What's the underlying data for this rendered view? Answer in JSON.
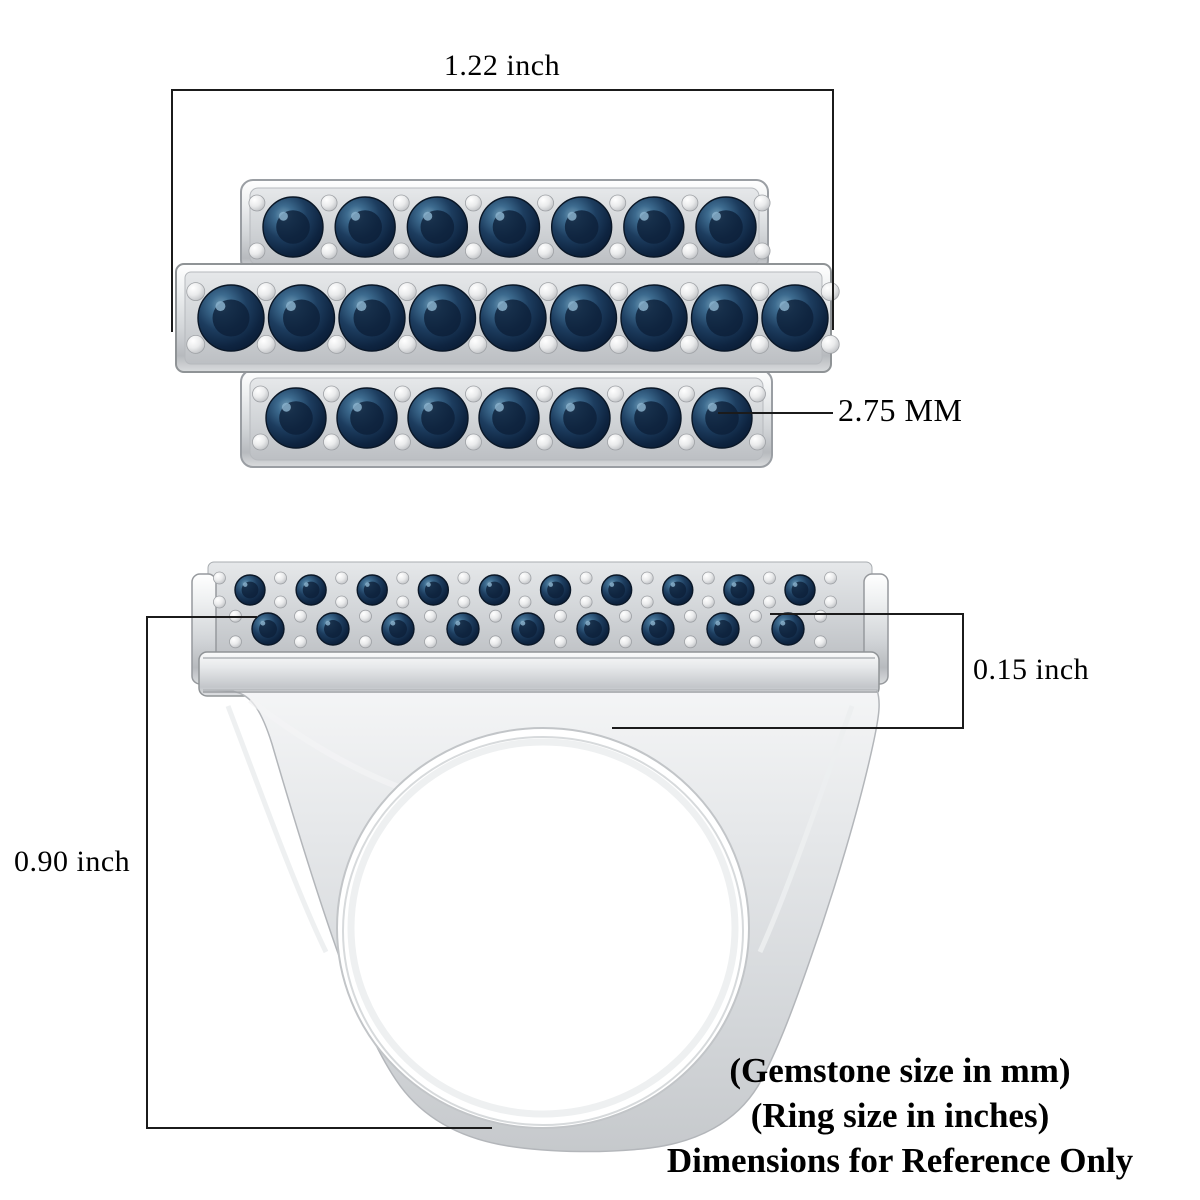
{
  "diagram": {
    "title_context": "Ring dimension reference diagram",
    "annotations": {
      "top_width_label": "1.22 inch",
      "gem_size_label": "2.75 MM",
      "face_height_label": "0.15 inch",
      "ring_height_label": "0.90 inch"
    },
    "footer_notes": {
      "line1": "(Gemstone size in mm)",
      "line2": "(Ring size in inches)",
      "line3": "Dimensions for Reference Only"
    },
    "colors": {
      "background": "#ffffff",
      "dimension_line": "#1b1b1b",
      "gemstone_dark_navy": "#16324f",
      "gemstone_highlight": "#6f9ab5",
      "metal_silver_light": "#ffffff",
      "metal_silver_mid": "#d2d5d8",
      "metal_silver_dark": "#9da0a4",
      "text": "#000000"
    },
    "top_view": {
      "description": "Ring face seen from above: three horizontal silver plates set with round dark blue gemstones",
      "stone_rows": [
        7,
        9,
        7
      ]
    },
    "side_view": {
      "description": "Ring profile: flat gem-set top, tapered shoulders, oval finger opening",
      "stone_rows": [
        10,
        9
      ]
    }
  }
}
